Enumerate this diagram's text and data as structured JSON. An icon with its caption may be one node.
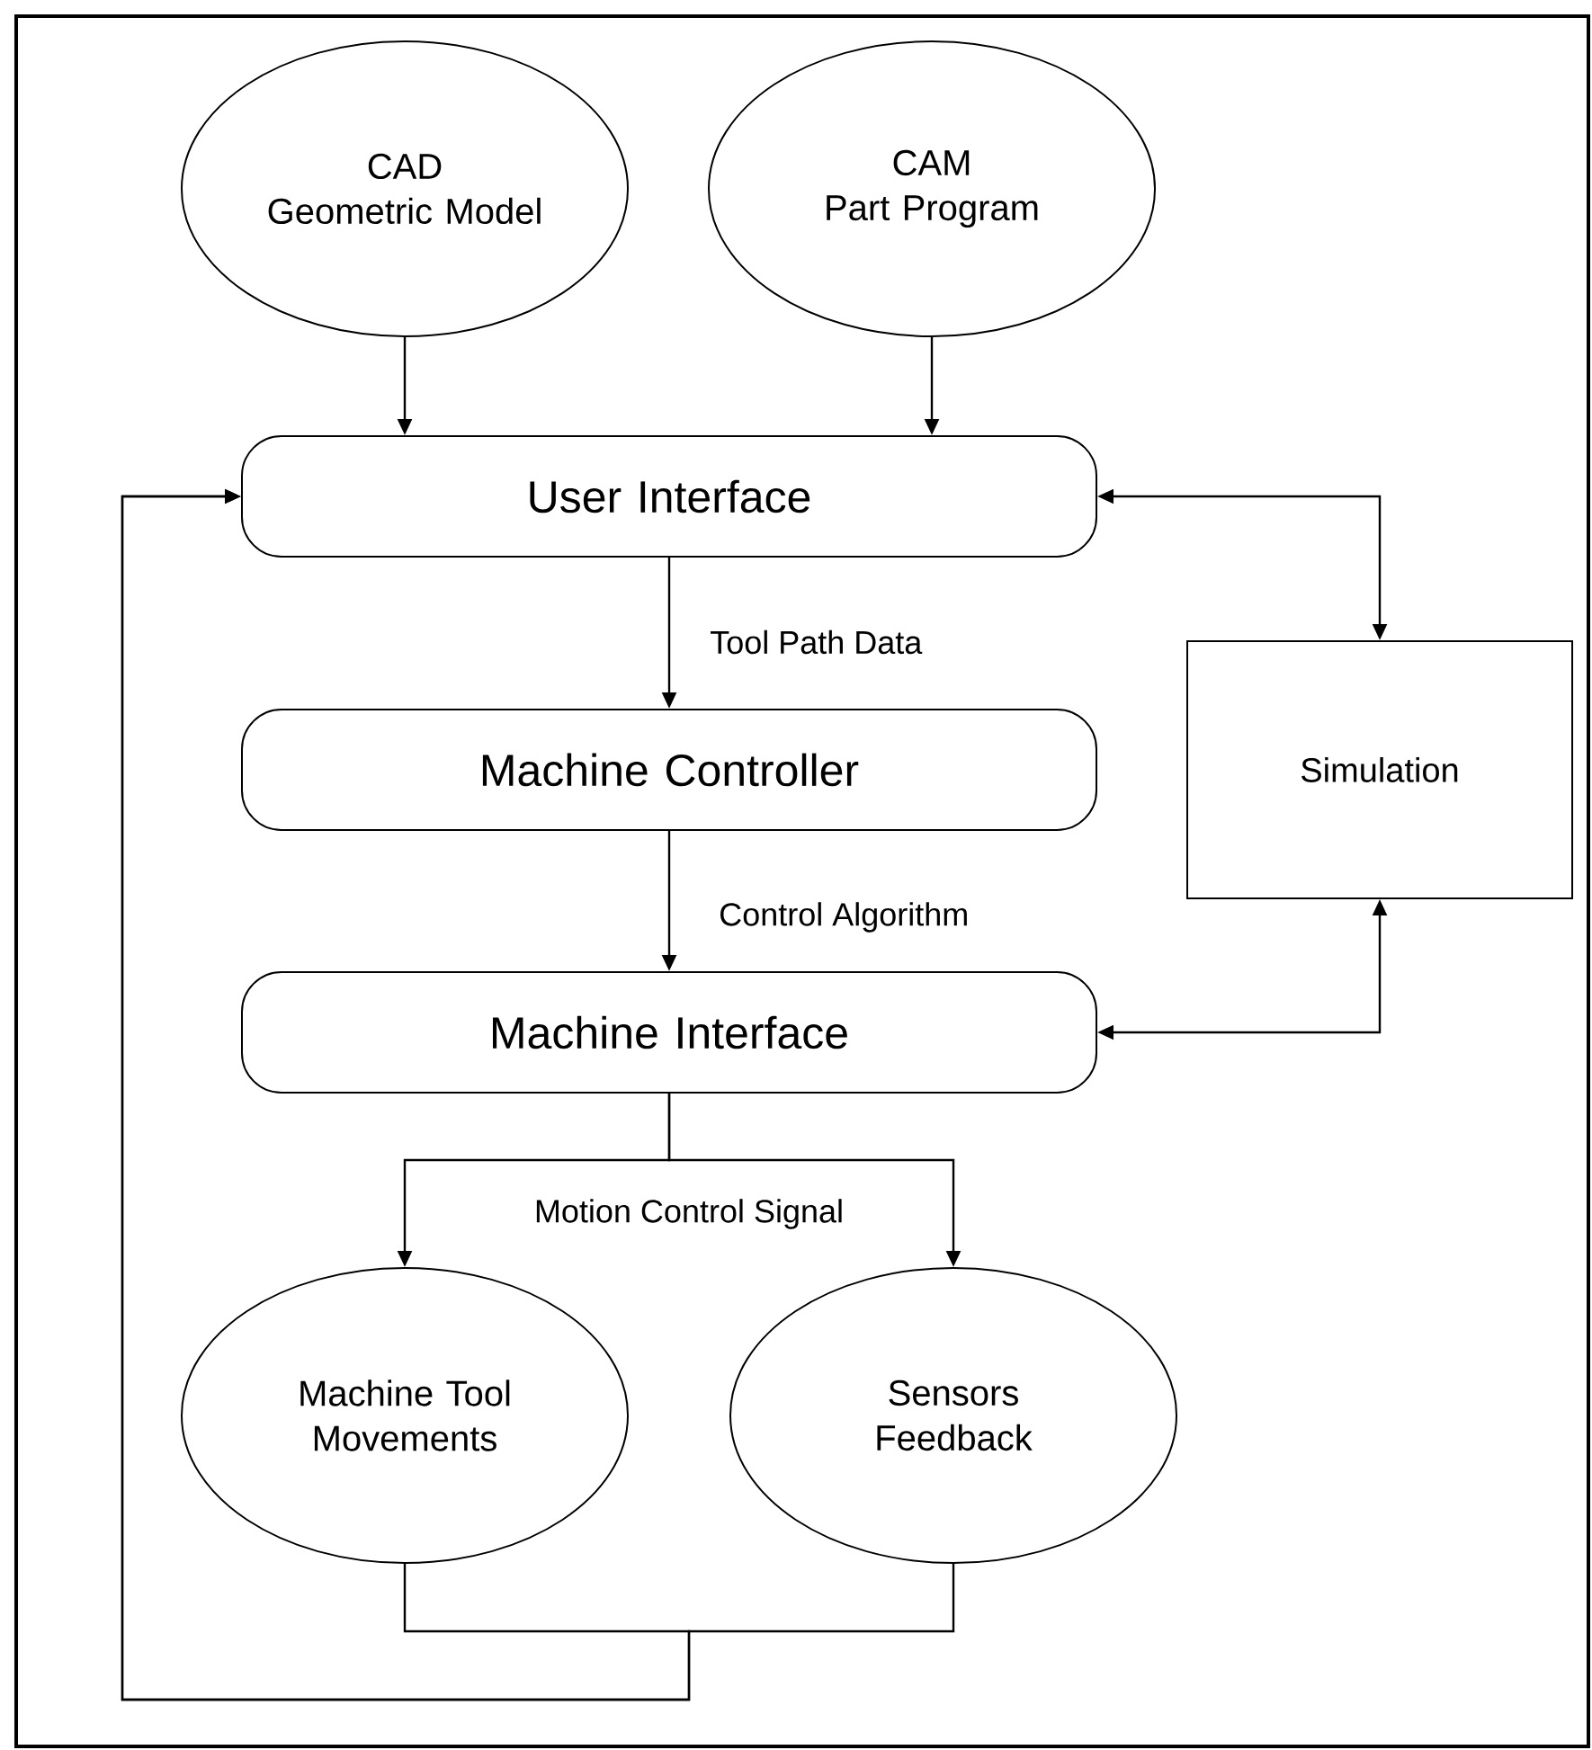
{
  "diagram": {
    "nodes": [
      {
        "text": [
          "CAD",
          "Geometric Model"
        ]
      },
      {
        "text": [
          "CAM",
          "Part Program"
        ]
      },
      {
        "text": [
          "User Interface"
        ]
      },
      {
        "text": [
          "Machine Controller"
        ]
      },
      {
        "text": [
          "Simulation"
        ]
      },
      {
        "text": [
          "Machine Interface"
        ]
      },
      {
        "text": [
          "Machine Tool Movements"
        ]
      },
      {
        "text": [
          "Sensors Feedback"
        ]
      }
    ],
    "edges": [
      {
        "from": 0,
        "to": 2,
        "arrow": "to"
      },
      {
        "from": 1,
        "to": 2,
        "arrow": "to"
      },
      {
        "from": 2,
        "to": 3,
        "arrow": "to",
        "label": "Tool Path Data"
      },
      {
        "from": 3,
        "to": 5,
        "arrow": "to",
        "label": "Control Algorithm"
      },
      {
        "from": 2,
        "to": 4,
        "arrow": "both"
      },
      {
        "from": 5,
        "to": 4,
        "arrow": "both"
      },
      {
        "from": 5,
        "to": 6,
        "arrow": "to",
        "label": "Motion Control Signal"
      },
      {
        "from": 5,
        "to": 7,
        "arrow": "to"
      },
      {
        "from": 6,
        "to": 2,
        "arrow": "to"
      },
      {
        "from": 7,
        "to": 2,
        "arrow": "to"
      }
    ]
  }
}
